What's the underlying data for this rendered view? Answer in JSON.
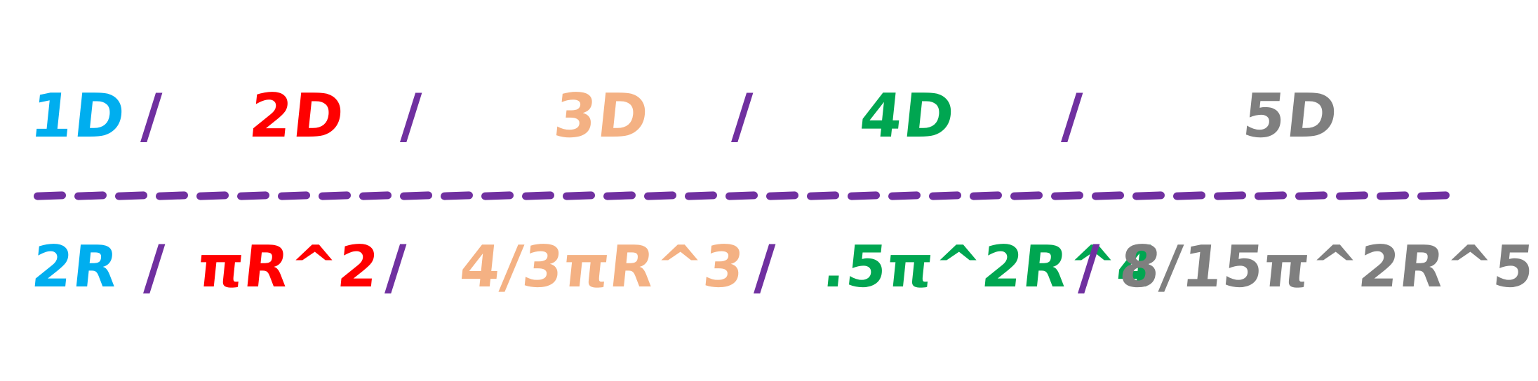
{
  "colors": {
    "blue": "#00aeef",
    "red": "#ff0000",
    "peach": "#f4b183",
    "green": "#00a651",
    "gray": "#7f7f7f",
    "purple": "#7030a0"
  },
  "top_row": {
    "d1": "1D",
    "d2": "2D",
    "d3": "3D",
    "d4": "4D",
    "d5": "5D",
    "separator": "/"
  },
  "bottom_row": {
    "f1": "2R",
    "f2": "πR^2",
    "f3": "4/3πR^3",
    "f4": ".5π^2R^4",
    "f5": "8/15π^2R^5",
    "separator": "/"
  },
  "divider": {
    "dash_count": 35
  }
}
